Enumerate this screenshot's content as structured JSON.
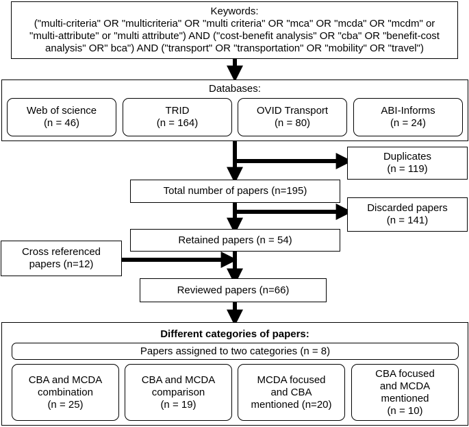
{
  "keywords": {
    "heading": "Keywords:",
    "line1": "(\"multi-criteria\" OR \"multicriteria\" OR \"multi criteria\" OR \"mca\" OR \"mcda\" OR \"mcdm\" or",
    "line2": "\"multi-attribute\" or \"multi attribute\") AND (\"cost-benefit analysis\" OR \"cba\" OR \"benefit-cost",
    "line3": "analysis\" OR\" bca\") AND (\"transport\" OR \"transportation\" OR \"mobility\" OR \"travel\")"
  },
  "databases": {
    "heading": "Databases:",
    "items": [
      {
        "name": "Web of science",
        "count": "(n = 46)"
      },
      {
        "name": "TRID",
        "count": "(n = 164)"
      },
      {
        "name": "OVID Transport",
        "count": "(n = 80)"
      },
      {
        "name": "ABI-Informs",
        "count": "(n = 24)"
      }
    ]
  },
  "duplicates": {
    "label": "Duplicates",
    "count": "(n = 119)"
  },
  "total": {
    "label": "Total number of papers (n=195)"
  },
  "discarded": {
    "label": "Discarded papers",
    "count": "(n = 141)"
  },
  "retained": {
    "label": "Retained papers (n = 54)"
  },
  "cross_referenced": {
    "line1": "Cross referenced",
    "line2": "papers (n=12)"
  },
  "reviewed": {
    "label": "Reviewed papers (n=66)"
  },
  "categories": {
    "heading": "Different categories of papers:",
    "assigned_two": "Papers assigned to two categories (n = 8)",
    "items": [
      {
        "line1": "CBA and MCDA",
        "line2": "combination",
        "line3": "(n = 25)"
      },
      {
        "line1": "CBA and MCDA",
        "line2": "comparison",
        "line3": "(n = 19)"
      },
      {
        "line1": "MCDA focused",
        "line2": "and CBA",
        "line3": "mentioned (n=20)"
      },
      {
        "line1": "CBA focused",
        "line2": "and MCDA",
        "line3": "mentioned",
        "line4": "(n = 10)"
      }
    ]
  }
}
